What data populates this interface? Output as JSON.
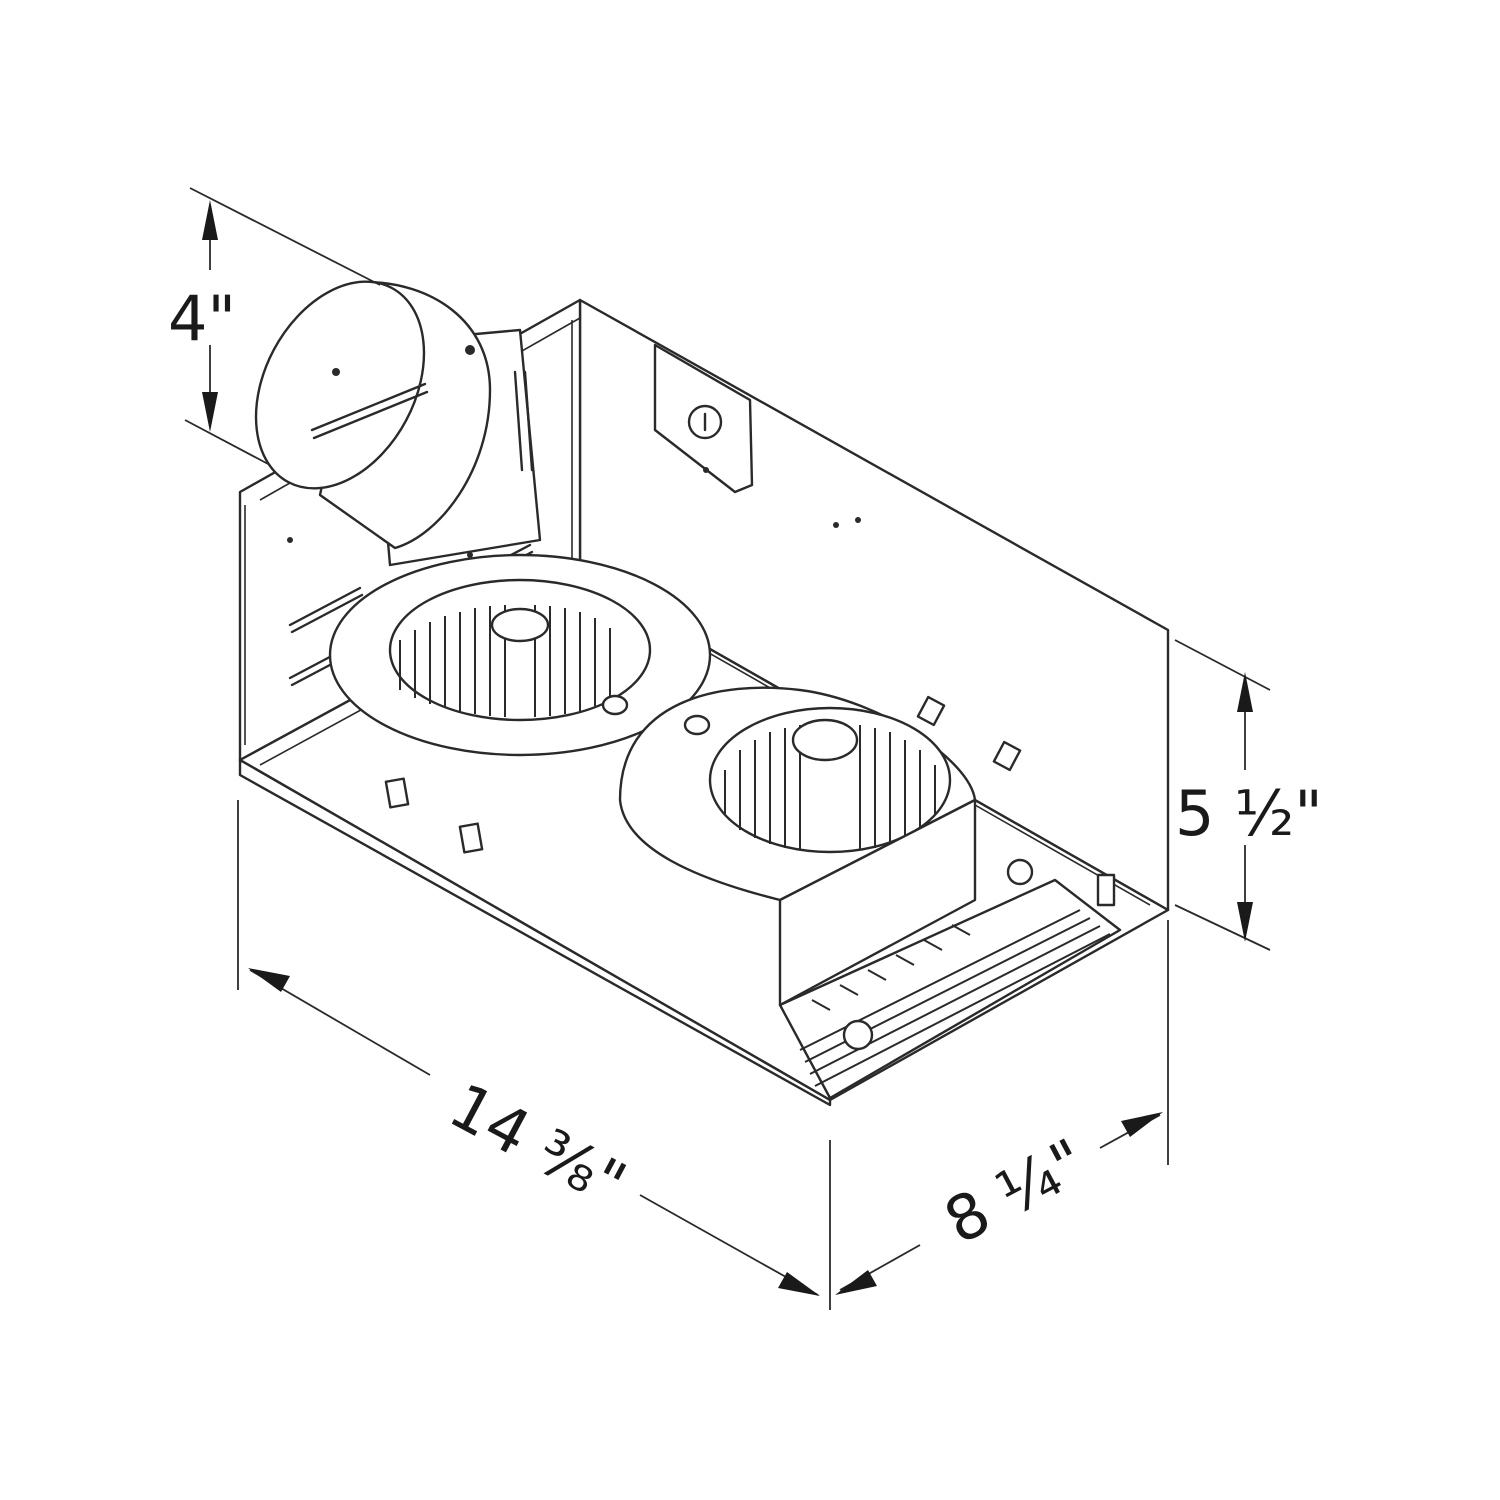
{
  "dimensions": {
    "duct_diameter": "4\"",
    "height": "5 ½\"",
    "length": "14 ⅜\"",
    "width": "8 ¼\""
  },
  "colors": {
    "line": "#2a2a2a",
    "background": "#ffffff"
  }
}
